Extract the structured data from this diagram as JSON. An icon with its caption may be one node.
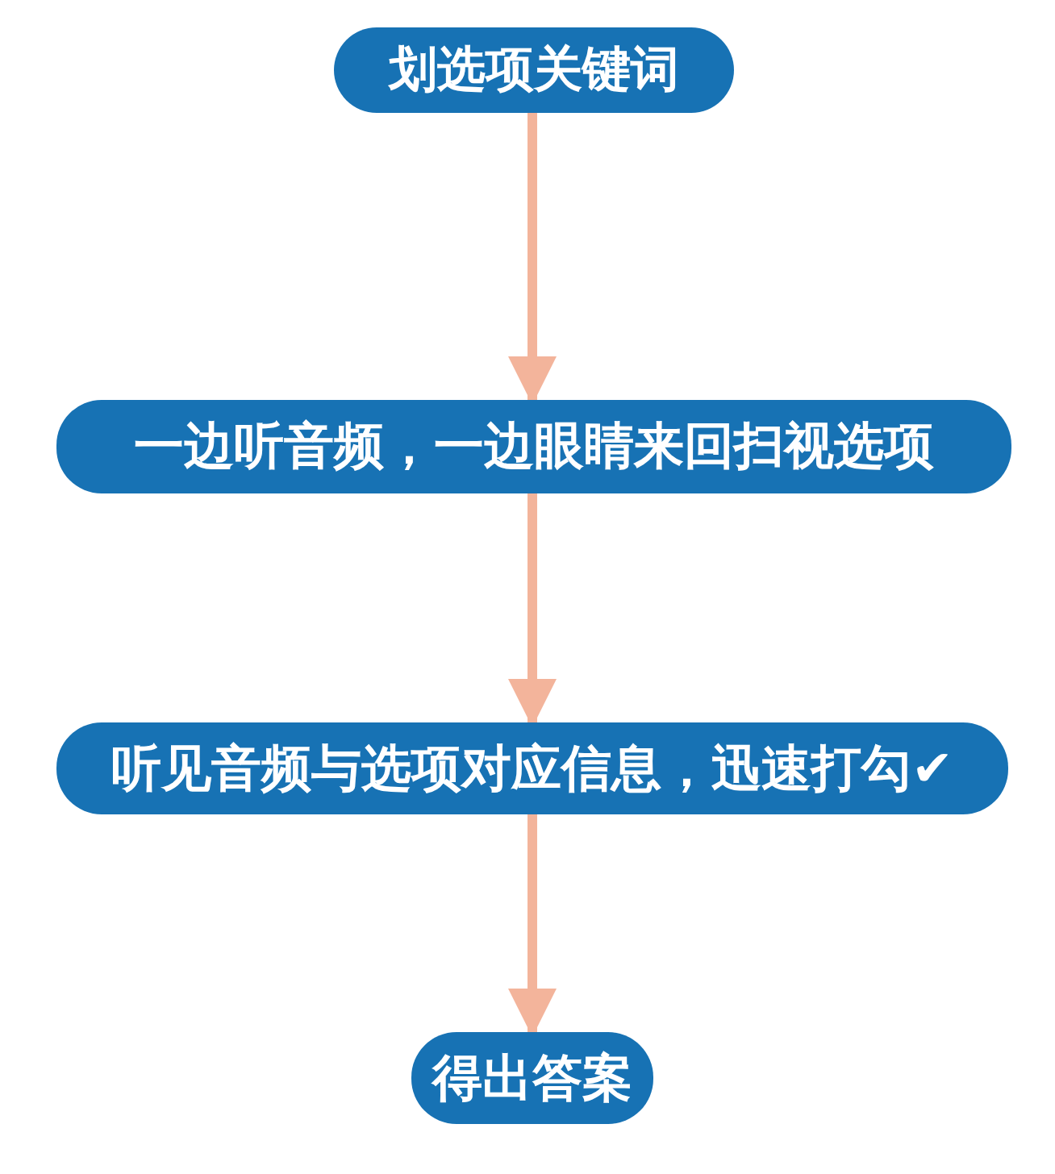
{
  "diagram": {
    "nodes": [
      {
        "text": [
          "划选项关键词"
        ]
      },
      {
        "text": [
          "一边听音频，一边眼睛来回扫视选项"
        ]
      },
      {
        "text": [
          "听见音频与选项对应信息，迅速打勾✔"
        ]
      },
      {
        "text": [
          "得出答案"
        ]
      }
    ],
    "edges": [
      {
        "from": 0,
        "to": 1,
        "arrow": "to"
      },
      {
        "from": 1,
        "to": 2,
        "arrow": "to"
      },
      {
        "from": 2,
        "to": 3,
        "arrow": "to"
      }
    ]
  }
}
